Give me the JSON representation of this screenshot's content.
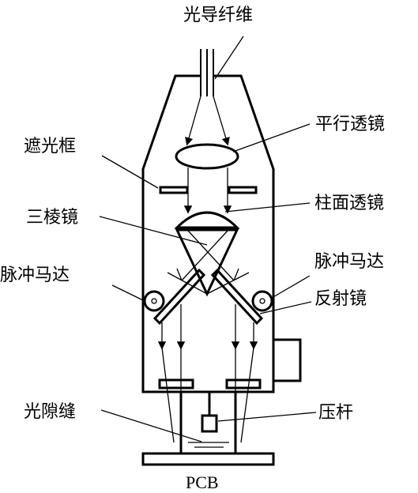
{
  "labels": {
    "fiber": "光导纤维",
    "collimating_lens": "平行透镜",
    "mask_frame": "遮光框",
    "cylindrical_lens": "柱面透镜",
    "prism": "三棱镜",
    "pulse_motor_left": "脉冲马达",
    "pulse_motor_right": "脉冲马达",
    "mirror": "反射镜",
    "slit": "光隙缝",
    "press_rod": "压杆",
    "pcb": "PCB"
  },
  "colors": {
    "stroke": "#000000",
    "background": "#ffffff"
  }
}
